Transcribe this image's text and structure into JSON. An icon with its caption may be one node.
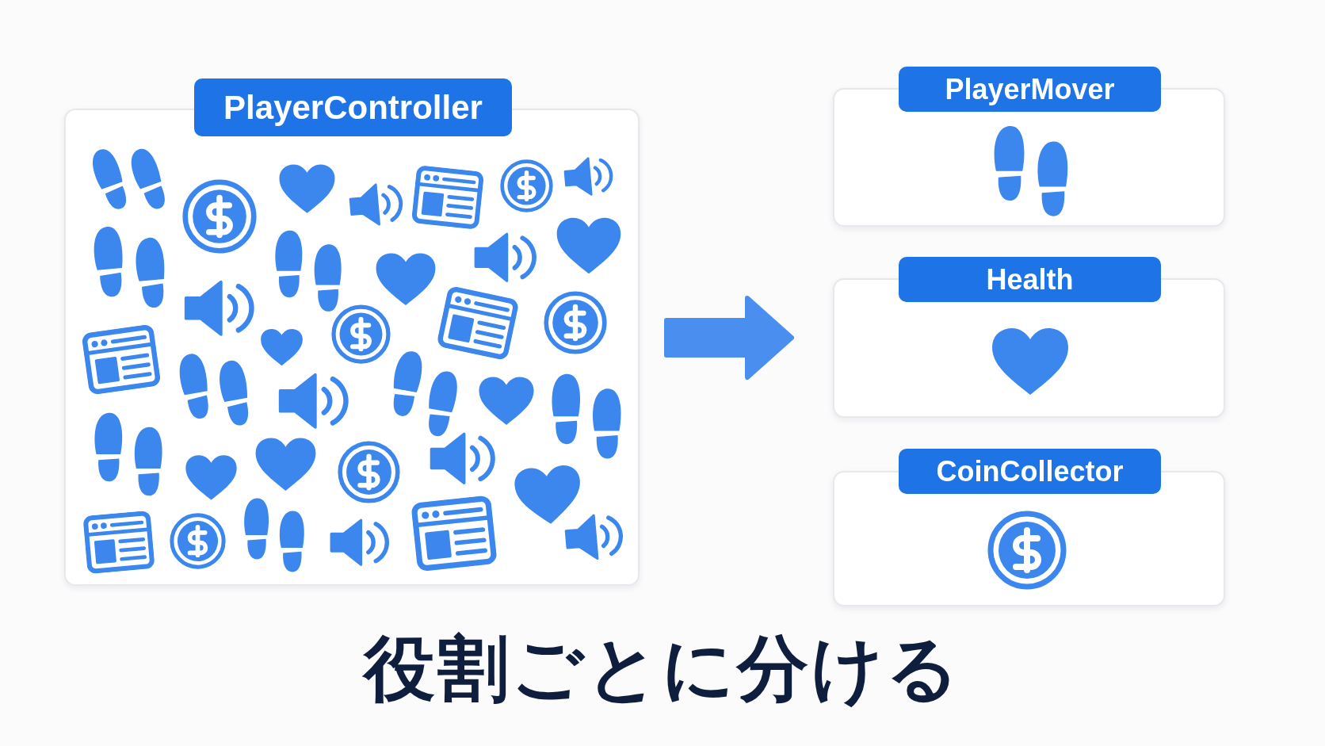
{
  "diagram": {
    "caption": "役割ごとに分ける",
    "nodes": [
      {
        "text": [
          "PlayerController"
        ]
      },
      {
        "text": [
          "PlayerMover"
        ]
      },
      {
        "text": [
          "Health"
        ]
      },
      {
        "text": [
          "CoinCollector"
        ]
      }
    ],
    "edges": [
      {
        "from": 0,
        "to": 2,
        "arrow": "to"
      }
    ]
  }
}
